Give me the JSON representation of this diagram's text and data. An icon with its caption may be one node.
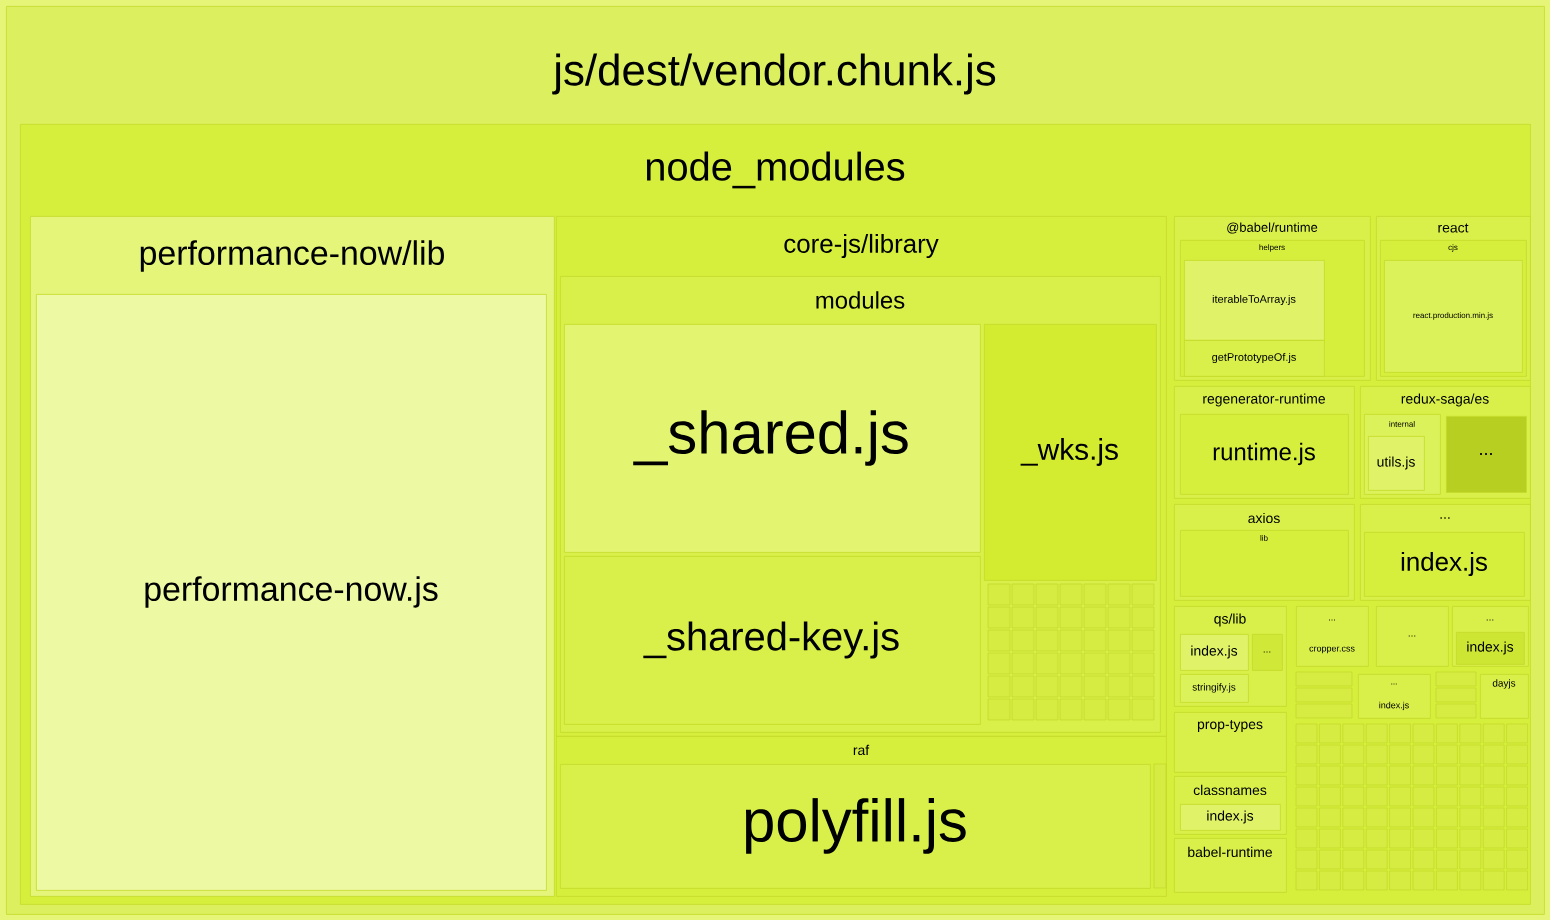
{
  "diagram": {
    "nodes": [
      {
        "text": [
          "js/dest/vendor.chunk.js"
        ]
      },
      {
        "text": [
          "node_modules"
        ],
        "in": 0
      },
      {
        "text": [
          "performance-now/lib"
        ],
        "in": 1
      },
      {
        "text": [
          "performance-now.js"
        ],
        "in": 2
      },
      {
        "text": [
          "core-js/library"
        ],
        "in": 1
      },
      {
        "text": [
          "modules"
        ],
        "in": 4
      },
      {
        "text": [
          "_shared.js"
        ],
        "in": 5
      },
      {
        "text": [
          "_shared-key.js"
        ],
        "in": 5
      },
      {
        "text": [
          "_wks.js"
        ],
        "in": 5
      },
      {
        "text": [
          "raf"
        ],
        "in": 1
      },
      {
        "text": [
          "polyfill.js"
        ],
        "in": 9
      },
      {
        "text": [
          "@babel/runtime"
        ],
        "in": 1
      },
      {
        "text": [
          "helpers"
        ],
        "in": 11
      },
      {
        "text": [
          "iterableToArray.js"
        ],
        "in": 12
      },
      {
        "text": [
          "getPrototypeOf.js"
        ],
        "in": 12
      },
      {
        "text": [
          "react"
        ],
        "in": 1
      },
      {
        "text": [
          "cjs"
        ],
        "in": 15
      },
      {
        "text": [
          "react.production.min.js"
        ],
        "in": 16
      },
      {
        "text": [
          "regenerator-runtime"
        ],
        "in": 1
      },
      {
        "text": [
          "runtime.js"
        ],
        "in": 18
      },
      {
        "text": [
          "redux-saga/es"
        ],
        "in": 1
      },
      {
        "text": [
          "internal"
        ],
        "in": 20
      },
      {
        "text": [
          "utils.js"
        ],
        "in": 21
      },
      {
        "text": [
          "..."
        ],
        "in": 20
      },
      {
        "text": [
          "axios"
        ],
        "in": 1
      },
      {
        "text": [
          "lib"
        ],
        "in": 24
      },
      {
        "text": [
          "..."
        ],
        "in": 1
      },
      {
        "text": [
          "index.js"
        ],
        "in": 26
      },
      {
        "text": [
          "qs/lib"
        ],
        "in": 1
      },
      {
        "text": [
          "index.js"
        ],
        "in": 28
      },
      {
        "text": [
          "..."
        ],
        "in": 28
      },
      {
        "text": [
          "stringify.js"
        ],
        "in": 28
      },
      {
        "text": [
          "...",
          "cropper.css"
        ],
        "in": 1
      },
      {
        "text": [
          "..."
        ],
        "in": 1
      },
      {
        "text": [
          "..."
        ],
        "in": 1
      },
      {
        "text": [
          "index.js"
        ],
        "in": 34
      },
      {
        "text": [
          "prop-types"
        ],
        "in": 1
      },
      {
        "text": [
          "classnames"
        ],
        "in": 1
      },
      {
        "text": [
          "index.js"
        ],
        "in": 37
      },
      {
        "text": [
          "babel-runtime"
        ],
        "in": 1
      },
      {
        "text": [
          "dayjs"
        ],
        "in": 1
      },
      {
        "text": [
          "...",
          "index.js"
        ],
        "in": 1
      }
    ]
  }
}
